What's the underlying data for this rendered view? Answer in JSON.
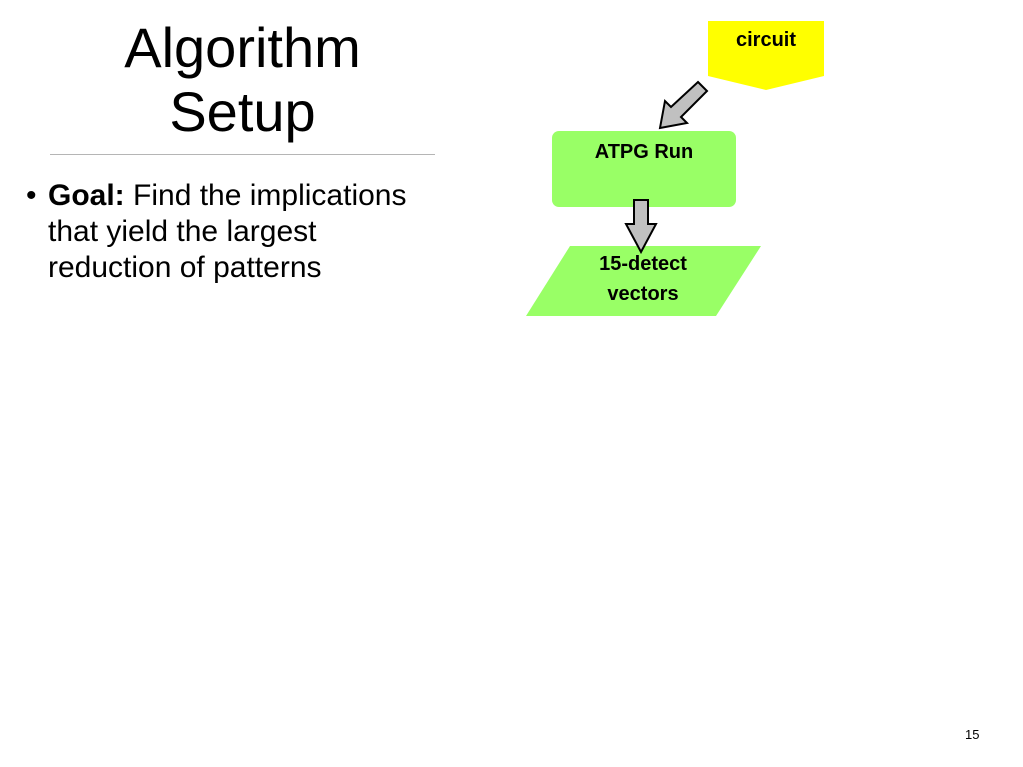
{
  "slide": {
    "title_line1": "Algorithm",
    "title_line2": "Setup",
    "bullet": {
      "lead": "Goal:",
      "text": "Find the implications that yield the largest reduction of patterns"
    },
    "page_number": "15"
  },
  "diagram": {
    "nodes": {
      "circuit": "circuit",
      "atpg": "ATPG Run",
      "vectors_line1": "15-detect",
      "vectors_line2": "vectors"
    },
    "colors": {
      "circuit_fill": "#ffff00",
      "process_fill": "#99ff66",
      "arrow_fill": "#c0c0c0",
      "stroke": "#000000"
    }
  }
}
